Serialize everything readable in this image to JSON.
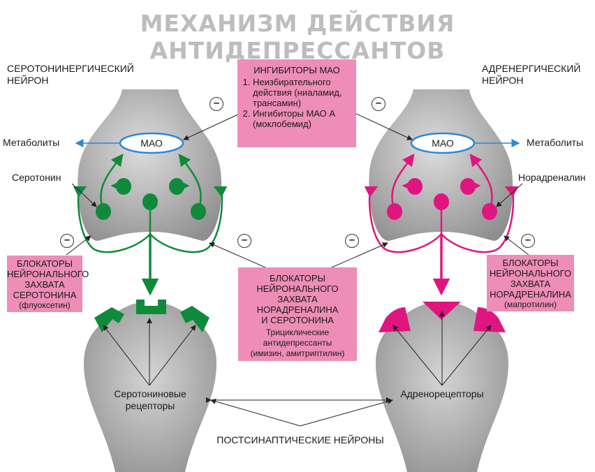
{
  "title": "МЕХАНИЗМ ДЕЙСТВИЯ АНТИДЕПРЕССАНТОВ",
  "left_neuron_label": [
    "СЕРОТОНИНЕРГИЧЕСКИЙ",
    "НЕЙРОН"
  ],
  "right_neuron_label": [
    "АДРЕНЕРГИЧЕСКИЙ",
    "НЕЙРОН"
  ],
  "mao_label": "МАО",
  "metabolites_left": "Метаболиты",
  "metabolites_right": "Метаболиты",
  "serotonin": "Серотонин",
  "noradrenaline": "Норадреналин",
  "minus_sign": "–",
  "mao_inhibitors": {
    "title": "ИНГИБИТОРЫ МАО",
    "items": [
      "Неизбирательного действия (ниаламид, трансамин)",
      "Ингибиторы МАО А (моклобемид)"
    ]
  },
  "blocker_left": {
    "title": [
      "БЛОКАТОРЫ",
      "НЕЙРОНАЛЬНОГО",
      "ЗАХВАТА",
      "СЕРОТОНИНА"
    ],
    "example": "(флуоксетин)"
  },
  "blocker_center": {
    "title": [
      "БЛОКАТОРЫ",
      "НЕЙРОНАЛЬНОГО",
      "ЗАХВАТА",
      "НОРАДРЕНАЛИНА",
      "И СЕРОТОНИНА"
    ],
    "subtitle": [
      "Трициклические",
      "антидепрессанты"
    ],
    "example": "(имизин, амитриптилин)"
  },
  "blocker_right": {
    "title": [
      "БЛОКАТОРЫ",
      "НЕЙРОНАЛЬНОГО",
      "ЗАХВАТА",
      "НОРАДРЕНАЛИНА"
    ],
    "example": "(мапротилин)"
  },
  "serotonin_receptors": [
    "Серотониновые",
    "рецепторы"
  ],
  "adrenoreceptors": "Адренорецепторы",
  "postsynaptic": "ПОСТСИНАПТИЧЕСКИЕ НЕЙРОНЫ",
  "colors": {
    "green": "#0f8a3a",
    "magenta": "#e0157f",
    "pink_box": "#ee8db7",
    "neuron": "#b3b3b3",
    "mao_outline": "#2f86d6"
  }
}
